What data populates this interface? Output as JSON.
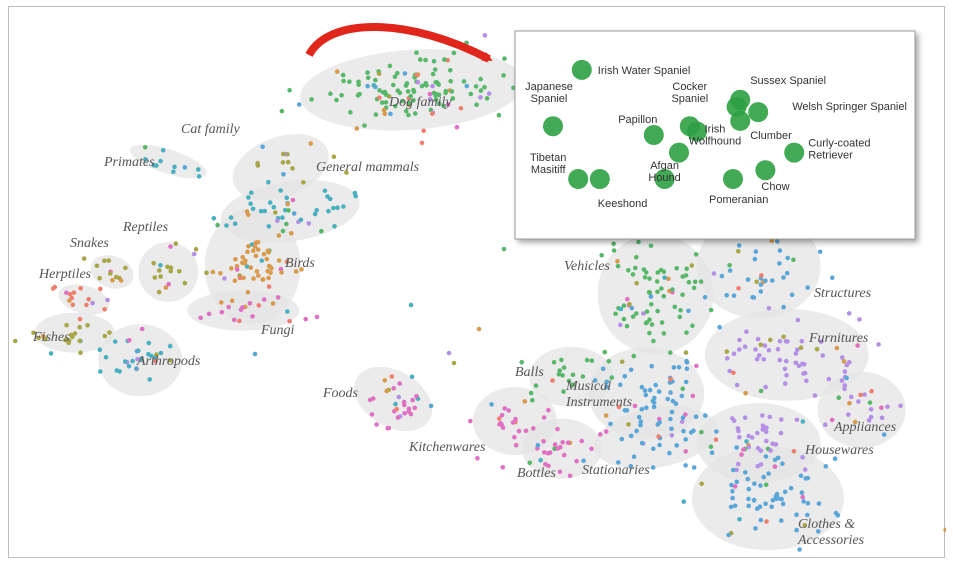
{
  "colors": {
    "green": "#58b86a",
    "purple": "#b58ee6",
    "blue": "#5aa6d9",
    "teal": "#48b0c0",
    "olive": "#a9a648",
    "salmon": "#ee7f6f",
    "orange": "#d99a4e",
    "pink": "#e070c4",
    "blob": "#e4e4e4",
    "arrow": "#e0261b",
    "inset_dot": "#2ea043"
  },
  "chart_data": {
    "type": "scatter",
    "title": "",
    "xlabel": "",
    "ylabel": "",
    "grid": false,
    "clusters": [
      {
        "name": "Dog family",
        "cx": 0.43,
        "cy": 0.85,
        "color": "green",
        "count": 130
      },
      {
        "name": "Cat family",
        "cx": 0.29,
        "cy": 0.71,
        "color": "olive",
        "count": 15
      },
      {
        "name": "Primates",
        "cx": 0.17,
        "cy": 0.72,
        "color": "teal",
        "count": 10
      },
      {
        "name": "General mammals",
        "cx": 0.3,
        "cy": 0.63,
        "color": "teal",
        "count": 45
      },
      {
        "name": "Reptiles",
        "cx": 0.17,
        "cy": 0.52,
        "color": "olive",
        "count": 18
      },
      {
        "name": "Snakes",
        "cx": 0.11,
        "cy": 0.52,
        "color": "olive",
        "count": 12
      },
      {
        "name": "Herptiles",
        "cx": 0.08,
        "cy": 0.47,
        "color": "salmon",
        "count": 16
      },
      {
        "name": "Birds",
        "cx": 0.26,
        "cy": 0.53,
        "color": "orange",
        "count": 60
      },
      {
        "name": "Fishes",
        "cx": 0.07,
        "cy": 0.41,
        "color": "olive",
        "count": 20
      },
      {
        "name": "Arthropods",
        "cx": 0.14,
        "cy": 0.36,
        "color": "teal",
        "count": 30
      },
      {
        "name": "Fungi",
        "cx": 0.25,
        "cy": 0.45,
        "color": "pink",
        "count": 15
      },
      {
        "name": "Foods",
        "cx": 0.41,
        "cy": 0.29,
        "color": "pink",
        "count": 30
      },
      {
        "name": "Vehicles",
        "cx": 0.69,
        "cy": 0.48,
        "color": "green",
        "count": 80
      },
      {
        "name": "Structures",
        "cx": 0.8,
        "cy": 0.53,
        "color": "blue",
        "count": 40
      },
      {
        "name": "Furnitures",
        "cx": 0.83,
        "cy": 0.37,
        "color": "purple",
        "count": 60
      },
      {
        "name": "Balls",
        "cx": 0.6,
        "cy": 0.33,
        "color": "green",
        "count": 20
      },
      {
        "name": "Musical Instruments",
        "cx": 0.68,
        "cy": 0.3,
        "color": "blue",
        "count": 50
      },
      {
        "name": "Appliances",
        "cx": 0.91,
        "cy": 0.27,
        "color": "purple",
        "count": 25
      },
      {
        "name": "Housewares",
        "cx": 0.8,
        "cy": 0.21,
        "color": "purple",
        "count": 40
      },
      {
        "name": "Kitchenwares",
        "cx": 0.54,
        "cy": 0.25,
        "color": "pink",
        "count": 25
      },
      {
        "name": "Bottles",
        "cx": 0.59,
        "cy": 0.2,
        "color": "pink",
        "count": 25
      },
      {
        "name": "Stationaries",
        "cx": 0.69,
        "cy": 0.22,
        "color": "blue",
        "count": 35
      },
      {
        "name": "Clothes & Accessories",
        "cx": 0.81,
        "cy": 0.11,
        "color": "blue",
        "count": 70
      }
    ],
    "inset": {
      "points": [
        {
          "label": "Irish Water Spaniel",
          "x": 0.13,
          "y": 0.87
        },
        {
          "label": "Sussex Spaniel",
          "x": 0.57,
          "y": 0.7
        },
        {
          "label": "Japanese Spaniel",
          "x": 0.05,
          "y": 0.55
        },
        {
          "label": "Cocker Spaniel",
          "x": 0.43,
          "y": 0.55
        },
        {
          "label": "Welsh Springer Spaniel",
          "x": 0.62,
          "y": 0.63
        },
        {
          "label": "Papillon",
          "x": 0.33,
          "y": 0.5
        },
        {
          "label": "Clumber",
          "x": 0.57,
          "y": 0.58
        },
        {
          "label": "Irish Wolfhound",
          "x": 0.4,
          "y": 0.4
        },
        {
          "label": "Curly-coated Retriever",
          "x": 0.72,
          "y": 0.4
        },
        {
          "label": "Tibetan Masitiff",
          "x": 0.12,
          "y": 0.25
        },
        {
          "label": "Keeshond",
          "x": 0.18,
          "y": 0.25
        },
        {
          "label": "Afgan Hound",
          "x": 0.36,
          "y": 0.25
        },
        {
          "label": "Pomeranian",
          "x": 0.55,
          "y": 0.25
        },
        {
          "label": "Chow",
          "x": 0.64,
          "y": 0.3
        }
      ],
      "extra_points": [
        {
          "x": 0.45,
          "y": 0.52
        },
        {
          "x": 0.56,
          "y": 0.66
        }
      ]
    }
  }
}
